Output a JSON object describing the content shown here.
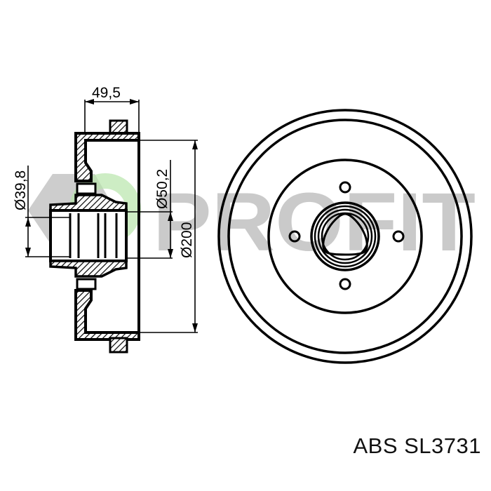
{
  "watermark": {
    "text": "PROFIT",
    "color": "#b9b9b9",
    "accent_color": "#7fce6f"
  },
  "section_view": {
    "dimensions": {
      "width": "49,5",
      "hub_bore": "Ø39,8",
      "centering": "Ø50,2",
      "drum_diameter": "Ø200"
    }
  },
  "front_view": {
    "bolt_holes": 4
  },
  "caption": {
    "brand": "ABS",
    "part_number": "SL3731",
    "full": "ABS SL3731"
  },
  "colors": {
    "line": "#000000",
    "background": "#ffffff"
  }
}
